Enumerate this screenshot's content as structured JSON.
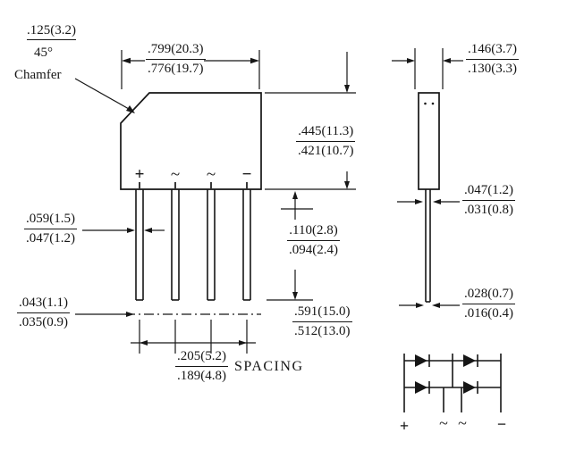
{
  "front_view": {
    "chamfer": {
      "size": ".125(3.2)",
      "angle": "45°",
      "label": "Chamfer"
    },
    "width": {
      "max": ".799(20.3)",
      "min": ".776(19.7)"
    },
    "height": {
      "max": ".445(11.3)",
      "min": ".421(10.7)"
    },
    "lead_width": {
      "max": ".059(1.5)",
      "min": ".047(1.2)"
    },
    "lead_tip_width": {
      "max": ".043(1.1)",
      "min": ".035(0.9)"
    },
    "standoff": {
      "max": ".110(2.8)",
      "min": ".094(2.4)"
    },
    "lead_length": {
      "max": ".591(15.0)",
      "min": ".512(13.0)"
    },
    "spacing": {
      "max": ".205(5.2)",
      "min": ".189(4.8)",
      "label": "SPACING"
    },
    "terminals": [
      "+",
      "~",
      "~",
      "−"
    ]
  },
  "side_view": {
    "width": {
      "max": ".146(3.7)",
      "min": ".130(3.3)"
    },
    "lead_thickness": {
      "max": ".047(1.2)",
      "min": ".031(0.8)"
    },
    "lead_tip_thickness": {
      "max": ".028(0.7)",
      "min": ".016(0.4)"
    }
  },
  "schematic": {
    "plus": "+",
    "ac1": "~",
    "ac2": "~",
    "minus": "−"
  }
}
